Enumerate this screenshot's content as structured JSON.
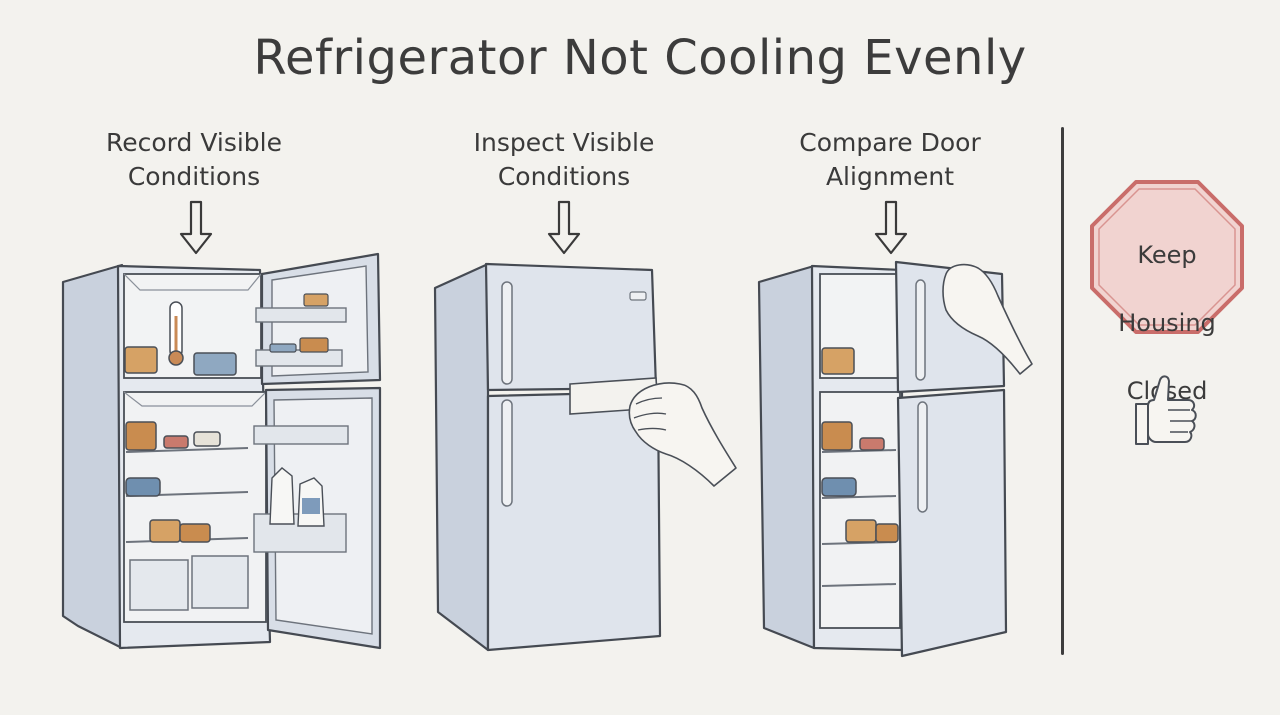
{
  "title": "Refrigerator Not Cooling Evenly",
  "steps": [
    {
      "label_line1": "Record Visible",
      "label_line2": "Conditions"
    },
    {
      "label_line1": "Inspect Visible",
      "label_line2": "Conditions"
    },
    {
      "label_line1": "Compare Door",
      "label_line2": "Alignment"
    }
  ],
  "warning": {
    "line1": "Keep",
    "line2": "Housing",
    "line3": "Closed"
  },
  "icons": {
    "arrow": "down-arrow-icon",
    "stop": "stop-sign-icon",
    "approval": "thumbs-up-icon",
    "thermometer": "thermometer-icon"
  },
  "colors": {
    "background": "#f3f2ee",
    "fridge_body": "#dfe4ec",
    "stop_fill": "#f1d3d0",
    "stop_border": "#c96d6a"
  }
}
